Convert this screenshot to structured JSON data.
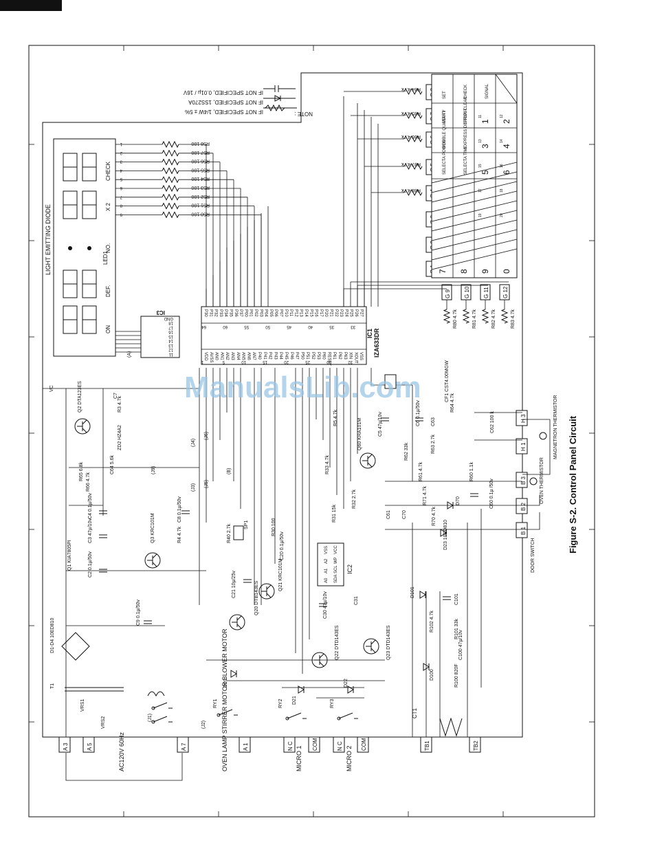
{
  "figure": {
    "caption": "Figure S-2. Control Panel Circuit",
    "watermark": "ManualsLib.com"
  },
  "notes": {
    "title": "NOTE :",
    "lines": [
      "IF NOT SPECIFIED, 1/4W ± 5%",
      "IF NOT SPECIFIED, 1SS270A",
      "IF NOT SPECIFIED, 0.01µ / 16V"
    ]
  },
  "led": {
    "title": "LIGHT EMITTING DIODE",
    "ref": "LED1",
    "digit_labels": [
      "ON",
      "DEF.",
      "NO.",
      "X 2",
      "CHECK"
    ]
  },
  "ics": {
    "ic1_ref": "IC1",
    "ic1_part": "IZA633DR",
    "ic2_ref": "IC2",
    "ic3_ref": "IC3",
    "cf1": "CF1 CST4.00MGW"
  },
  "resistors_top": [
    "R58 100",
    "R57 100",
    "R56 100",
    "R55 100",
    "R54 100",
    "R53 100",
    "R52 100",
    "R51 100",
    "R50 100"
  ],
  "resistor_pin_numbers": [
    "1",
    "2",
    "3",
    "4",
    "5",
    "6",
    "7",
    "8",
    "9"
  ],
  "grid_resistors": [
    "R84 4.7k",
    "R85 4.7k",
    "R86 4.7k",
    "R87 4.7k",
    "R88 4.7k"
  ],
  "g_labels": [
    "G 8",
    "G 7",
    "G 6",
    "G 5",
    "G 4",
    "G 3",
    "G 2",
    "G 1"
  ],
  "g_bottom_labels": [
    "G 9",
    "G 10",
    "G 11",
    "G 12"
  ],
  "g_bottom_resistors": [
    "R80 4.7k",
    "R81 4.7k",
    "R82 4.7k",
    "R83 4.7k"
  ],
  "keypad": {
    "rows": [
      [
        "SET",
        "CHECK",
        "SIGNAL",
        ""
      ],
      [
        "START",
        "STOP/ CLEAR",
        "1",
        "2"
      ],
      [
        "DOUBLE QUANTITY",
        "EXPRESS DEFROST",
        "3",
        "4"
      ],
      [
        "SELECTA POWER",
        "SELECTA TIME",
        "5",
        "6"
      ],
      [
        "7",
        "8",
        "9",
        "0"
      ]
    ],
    "key_numbers": [
      "11",
      "12",
      "13",
      "14",
      "15",
      "16",
      "17",
      "18",
      "19",
      "20"
    ]
  },
  "connectors_left": [
    "A 3",
    "A 5",
    "A 7",
    "A 1",
    "N C",
    "COM",
    "N C",
    "COM",
    "TB1",
    "TB2"
  ],
  "connectors_right": [
    "B 1",
    "B 2",
    "B 3",
    "H 1",
    "H 3"
  ],
  "bottom_labels": {
    "ac": "AC120V 60Hz",
    "loads": "OVEN LAMP STIRRER MOTOR BLOWER MOTOR",
    "micro1": "MICRO 1",
    "micro2": "MICRO 2",
    "ct1": "CT1"
  },
  "right_labels": {
    "door": "DOOR SWITCH",
    "oven_therm": "OVEN THERMISTOR",
    "magnetron_therm": "MAGNETRON THERMISTOR"
  },
  "components": {
    "q1": "Q1 KIA7805PI",
    "q2": "Q2 DTA123ES",
    "q3": "Q3 KRC101M",
    "q20": "Q20 DTB143ES",
    "q21": "Q21 KRC101M",
    "q22": "Q22 DTD143ES",
    "q23": "Q23 DTD143ES",
    "q60": "Q60 KRA101M",
    "zd2": "ZD2 HZ4A2",
    "d1d4": "D1-D4 10ED810",
    "t1": "T1",
    "vrs1": "VRS1",
    "vrs2": "VRS2",
    "c7": "C7",
    "r3": "R3 4.7k",
    "r65": "R65 6.8k",
    "r66": "R66 4.7k",
    "c64": "C64 5.6k",
    "c4": "C4 0.1µ/50v",
    "c3": "C3 47µ/10v",
    "c2": "C2 0.1µ/50v",
    "c9": "C9 0.1µ/50v",
    "c8": "C8 0.1µ/50v",
    "r4": "R4 4.7k",
    "r40": "R40 2.7k",
    "sp1": "SP1",
    "r30": "R30 100",
    "c20": "C20 0.1µ/50v",
    "c21": "C21 10µ/25v",
    "r33": "R33 4.7k",
    "r31": "R31 15k",
    "r32": "R32 2.7k",
    "c30": "C30 47µ/10v",
    "c31": "C31",
    "c61": "C61",
    "c70": "C70",
    "r70": "R70 4.7k",
    "d23": "D23 10ED810",
    "r71": "R71 4.7k",
    "d70": "D70",
    "c60": "C60 0.1µ /50v",
    "r61": "R61 4.7k",
    "r60": "R60 1.1k",
    "r62": "R62 33k",
    "r63": "R63 2.7k",
    "c63": "C63",
    "c6": "C6 0.1µ/50v",
    "c5": "C5 47µ/10v",
    "r5": "R5 4.7k",
    "r64": "R64 4.7k",
    "c62": "C62 100 k",
    "c101": "C101",
    "d101": "D101",
    "r102": "R102 4.7k",
    "r101": "R101 33k",
    "c100": "C100 47µ/10v",
    "d100": "D100",
    "r100": "R100 820F",
    "d20": "D20",
    "d21": "D21",
    "d22": "D22",
    "ry1": "RY1",
    "ry2": "RY2",
    "ry3": "RY3",
    "j1": "(J1)",
    "j2": "(J2)",
    "j3": "(J3)",
    "j4": "(J4)",
    "j5": "(J5)",
    "j6": "(J6)",
    "j9": "(J9)",
    "vc": "VC",
    "a_ref": "(A)",
    "b_ref": "(B)"
  },
  "ic3_pins": [
    "GND",
    "18",
    "17",
    "16",
    "15",
    "14",
    "13",
    "12",
    "11"
  ],
  "ic3_left_pins": [
    "9",
    "9",
    "8",
    "7",
    "6",
    "5",
    "4",
    "3",
    "2",
    "1"
  ],
  "ic1_top_pins": [
    "P30",
    "P31",
    "P32",
    "P33",
    "P34",
    "P35",
    "P36",
    "P37",
    "P00",
    "P01",
    "P02",
    "P03",
    "P04",
    "P05",
    "P06",
    "P07",
    "P10",
    "P11",
    "P12",
    "P13",
    "P14",
    "P15",
    "P16",
    "P17",
    "P20",
    "P21",
    "P22",
    "P23",
    "P24",
    "P25",
    "P26",
    "P27"
  ],
  "ic1_bottom_pins": [
    "VDD",
    "AVSS",
    "AN0",
    "AN1",
    "AN2",
    "AN3",
    "AN4",
    "AN5",
    "AN6",
    "AN7",
    "P40",
    "P41",
    "P42",
    "P43",
    "P44",
    "P45",
    "P46",
    "P47",
    "P50",
    "P51",
    "P52",
    "P53",
    "P60",
    "RESET",
    "P61",
    "P62",
    "P63",
    "XIN",
    "XOUT",
    "VSS"
  ],
  "ic2_pins": [
    "A0",
    "A1",
    "A2",
    "VSS",
    "SDA",
    "SCL",
    "WP",
    "VCC"
  ],
  "ic1_pin_numbers_top": [
    "64",
    "60",
    "55",
    "50",
    "45",
    "40",
    "35",
    "33"
  ],
  "ic1_pin_numbers_bottom": [
    "1",
    "5",
    "10",
    "15",
    "20",
    "25",
    "30",
    "32"
  ]
}
